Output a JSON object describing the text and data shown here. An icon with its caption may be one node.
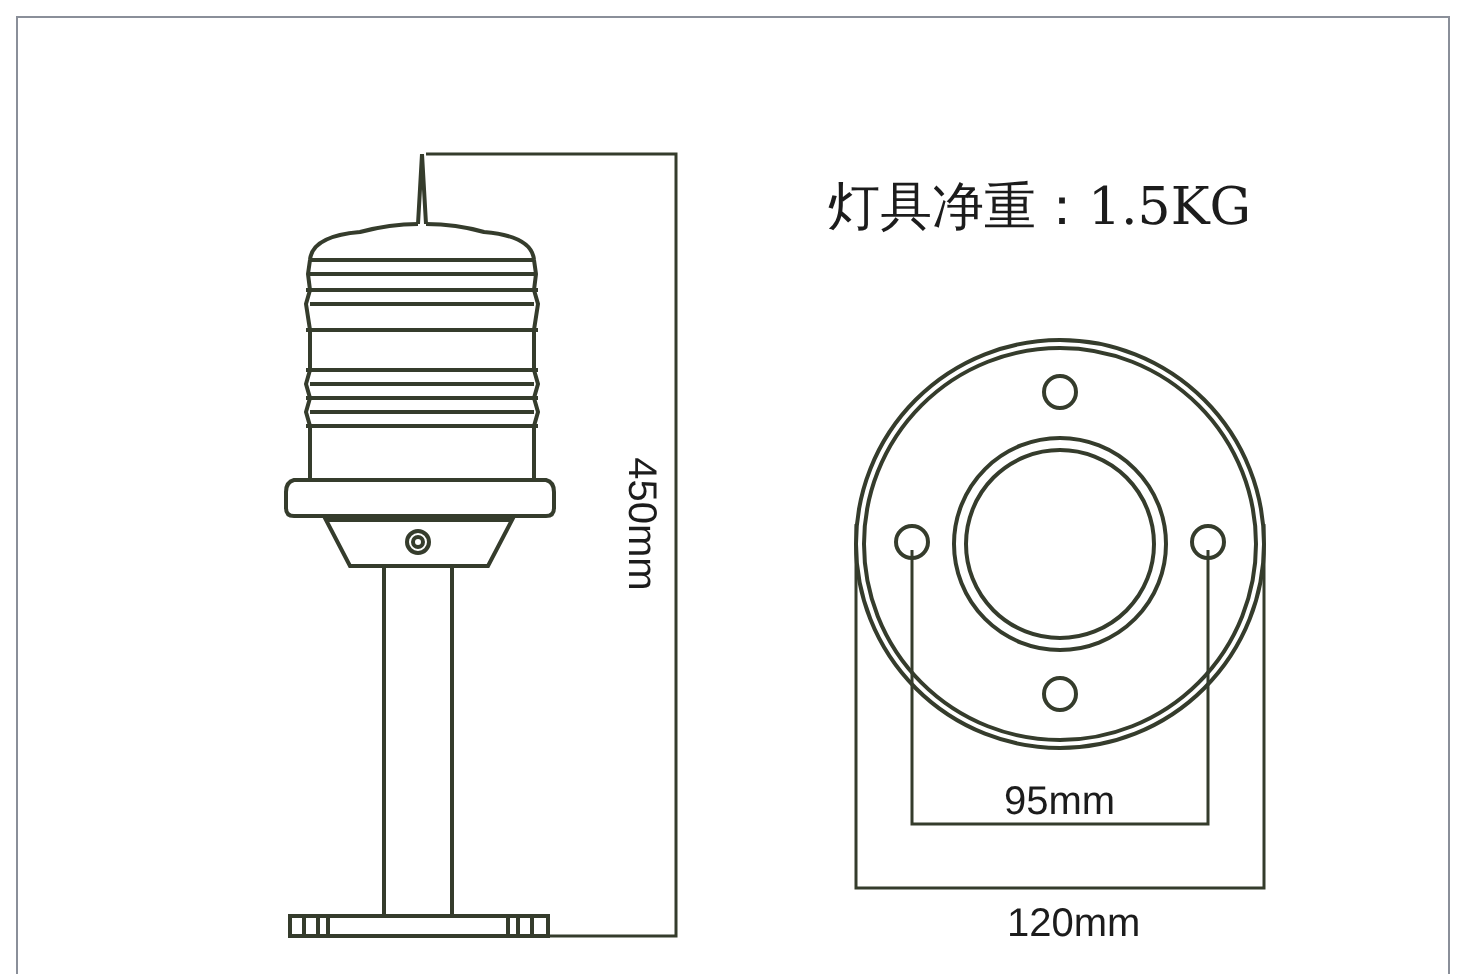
{
  "diagram": {
    "labels": [
      "灯具净重：1.5KG",
      "450mm",
      "95mm",
      "120mm"
    ]
  }
}
